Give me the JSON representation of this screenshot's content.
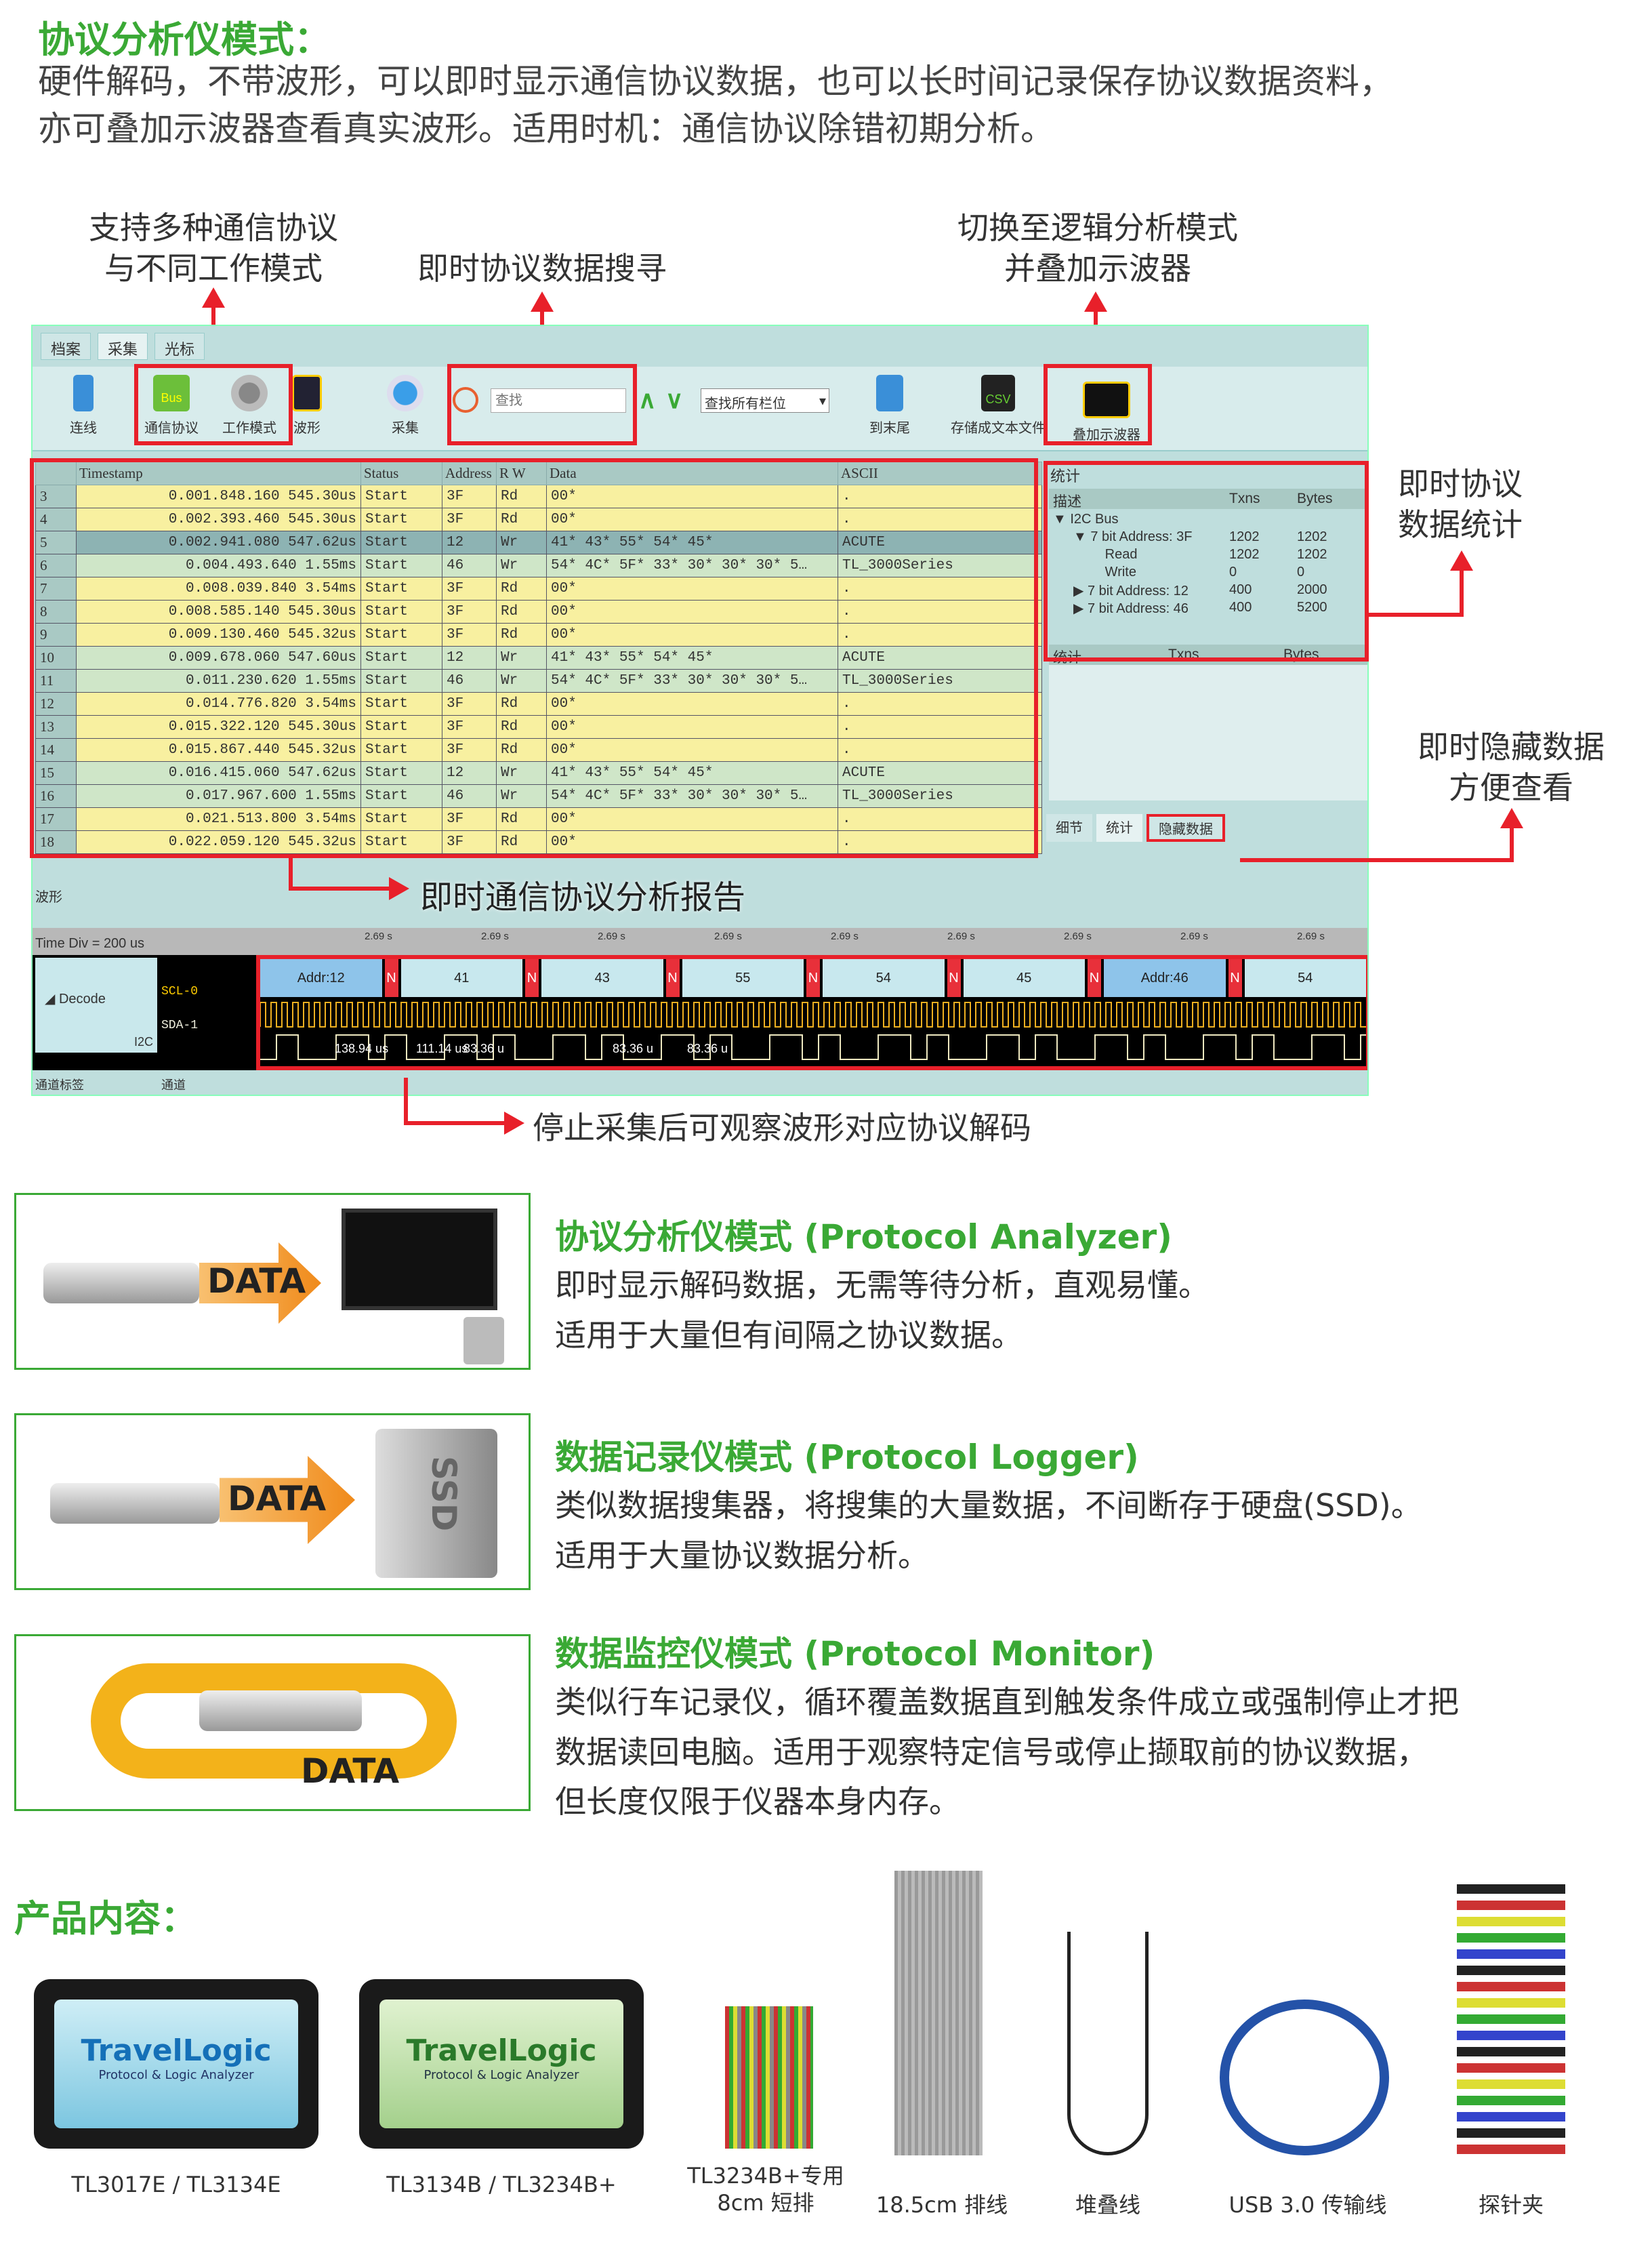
{
  "header": {
    "title": "协议分析仪模式：",
    "desc": [
      "硬件解码，不带波形，可以即时显示通信协议数据，也可以长时间记录保存协议数据资料，",
      "亦可叠加示波器查看真实波形。适用时机：通信协议除错初期分析。"
    ]
  },
  "annotations": {
    "protocols": [
      "支持多种通信协议",
      "与不同工作模式"
    ],
    "search": "即时协议数据搜寻",
    "switch": [
      "切换至逻辑分析模式",
      "并叠加示波器"
    ],
    "stats": [
      "即时协议",
      "数据统计"
    ],
    "hide": [
      "即时隐藏数据",
      "方便查看"
    ],
    "report": "即时通信协议分析报告",
    "decode": "停止采集后可观察波形对应协议解码"
  },
  "app": {
    "tabs": [
      "档案",
      "采集",
      "光标"
    ],
    "toolbar": {
      "connect": "连线",
      "protocol": "通信协议",
      "bus": "Bus",
      "workmode": "工作模式",
      "waveform": "波形",
      "capture": "采集",
      "search_placeholder": "查找",
      "find_scope": "查找所有栏位",
      "to_end": "到末尾",
      "save_csv": "存储成文本文件",
      "csv": "CSV",
      "overlay_scope": "叠加示波器"
    },
    "columns": [
      "Timestamp",
      "Status",
      "Address",
      "R W",
      "Data",
      "ASCII"
    ],
    "rows": [
      [
        "3",
        "0.001.848.160 545.30us",
        "Start",
        "3F",
        "Rd",
        "00*",
        "."
      ],
      [
        "4",
        "0.002.393.460 545.30us",
        "Start",
        "3F",
        "Rd",
        "00*",
        "."
      ],
      [
        "5",
        "0.002.941.080 547.62us",
        "Start",
        "12",
        "Wr",
        "41* 43* 55* 54* 45*",
        "ACUTE"
      ],
      [
        "6",
        "0.004.493.640 1.55ms",
        "Start",
        "46",
        "Wr",
        "54* 4C* 5F* 33* 30* 30* 30* 5…",
        "TL_3000Series"
      ],
      [
        "7",
        "0.008.039.840 3.54ms",
        "Start",
        "3F",
        "Rd",
        "00*",
        "."
      ],
      [
        "8",
        "0.008.585.140 545.30us",
        "Start",
        "3F",
        "Rd",
        "00*",
        "."
      ],
      [
        "9",
        "0.009.130.460 545.32us",
        "Start",
        "3F",
        "Rd",
        "00*",
        "."
      ],
      [
        "10",
        "0.009.678.060 547.60us",
        "Start",
        "12",
        "Wr",
        "41* 43* 55* 54* 45*",
        "ACUTE"
      ],
      [
        "11",
        "0.011.230.620 1.55ms",
        "Start",
        "46",
        "Wr",
        "54* 4C* 5F* 33* 30* 30* 30* 5…",
        "TL_3000Series"
      ],
      [
        "12",
        "0.014.776.820 3.54ms",
        "Start",
        "3F",
        "Rd",
        "00*",
        "."
      ],
      [
        "13",
        "0.015.322.120 545.30us",
        "Start",
        "3F",
        "Rd",
        "00*",
        "."
      ],
      [
        "14",
        "0.015.867.440 545.32us",
        "Start",
        "3F",
        "Rd",
        "00*",
        "."
      ],
      [
        "15",
        "0.016.415.060 547.62us",
        "Start",
        "12",
        "Wr",
        "41* 43* 55* 54* 45*",
        "ACUTE"
      ],
      [
        "16",
        "0.017.967.600 1.55ms",
        "Start",
        "46",
        "Wr",
        "54* 4C* 5F* 33* 30* 30* 30* 5…",
        "TL_3000Series"
      ],
      [
        "17",
        "0.021.513.800 3.54ms",
        "Start",
        "3F",
        "Rd",
        "00*",
        "."
      ],
      [
        "18",
        "0.022.059.120 545.32us",
        "Start",
        "3F",
        "Rd",
        "00*",
        "."
      ]
    ],
    "stats": {
      "title": "统计",
      "cols": [
        "描述",
        "Txns",
        "Bytes"
      ],
      "tree": [
        [
          "I2C Bus",
          "",
          ""
        ],
        [
          "7 bit Address: 3F",
          "1202",
          "1202"
        ],
        [
          "Read",
          "1202",
          "1202"
        ],
        [
          "Write",
          "0",
          "0"
        ],
        [
          "7 bit Address: 12",
          "400",
          "2000"
        ],
        [
          "7 bit Address: 46",
          "400",
          "5200"
        ]
      ],
      "cols2": [
        "统计",
        "Txns",
        "Bytes"
      ],
      "tabs": [
        "细节",
        "统计",
        "隐藏数据"
      ]
    },
    "wave": {
      "label": "波形",
      "timediv": "Time Div = 200 us",
      "tick": "2.69 s",
      "decode": "Decode",
      "scl": "SCL-0",
      "sda": "SDA-1",
      "i2c": "I2C",
      "segments": [
        "Addr:12",
        "N",
        "41",
        "N",
        "43",
        "N",
        "55",
        "N",
        "54",
        "N",
        "45",
        "N",
        "Addr:46",
        "N",
        "54"
      ],
      "timings": [
        "138.94 us",
        "111.14 us",
        "83.36 u",
        "83.36 u",
        "83.36 u"
      ],
      "footer": [
        "通道标签",
        "通道"
      ]
    }
  },
  "modes": [
    {
      "title": "协议分析仪模式 (Protocol Analyzer)",
      "lines": [
        "即时显示解码数据，无需等待分析，直观易懂。",
        "适用于大量但有间隔之协议数据。"
      ],
      "badge": "DATA"
    },
    {
      "title": "数据记录仪模式 (Protocol Logger)",
      "lines": [
        "类似数据搜集器，将搜集的大量数据，不间断存于硬盘(SSD)。",
        "适用于大量协议数据分析。"
      ],
      "badge": "DATA",
      "ssd": "SSD"
    },
    {
      "title": "数据监控仪模式 (Protocol Monitor)",
      "lines": [
        "类似行车记录仪，循环覆盖数据直到触发条件成立或强制停止才把",
        "数据读回电脑。适用于观察特定信号或停止撷取前的协议数据，",
        "但长度仅限于仪器本身内存。"
      ],
      "badge": "DATA"
    }
  ],
  "products": {
    "title": "产品内容：",
    "brand": "TravelLogic",
    "sub": "Protocol & Logic Analyzer",
    "items": [
      "TL3017E / TL3134E",
      "TL3134B / TL3234B+",
      "TL3234B+专用\n8cm 短排",
      "18.5cm 排线",
      "堆叠线",
      "USB 3.0 传输线",
      "探针夹"
    ]
  }
}
